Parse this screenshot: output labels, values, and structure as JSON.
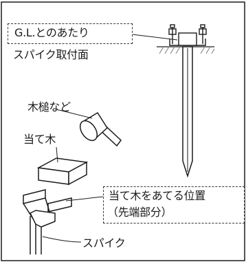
{
  "labels": {
    "gl_contact": "G.L.とのあたり",
    "spike_mount_face": "スパイク取付面",
    "mallet": "木槌など",
    "wood_block": "当て木",
    "contact_point_line1": "当て木をあてる位置",
    "contact_point_line2": "（先端部分）",
    "spike": "スパイク"
  },
  "colors": {
    "line": "#1a1a1a",
    "dash_border": "#333333",
    "hatch": "#8a8a8a",
    "background": "#ffffff"
  },
  "icons": [
    "frame-border",
    "spike-stake",
    "mounting-bracket",
    "ground-hatch",
    "mallet-icon",
    "wood-block-icon",
    "spike-top-detail"
  ]
}
